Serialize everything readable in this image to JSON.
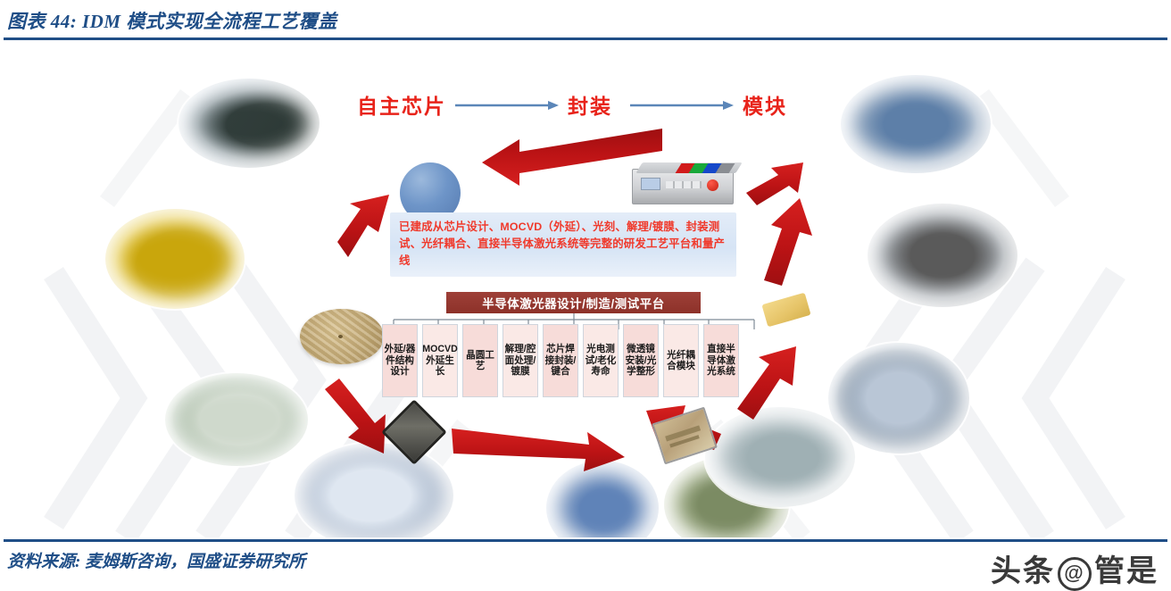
{
  "header": {
    "figure_label": "图表 44:",
    "title": "IDM 模式实现全流程工艺覆盖",
    "full_title": "图表 44: IDM 模式实现全流程工艺覆盖"
  },
  "footer": {
    "source": "资料来源: 麦姆斯咨询，国盛证券研究所",
    "watermark_left": "头条",
    "watermark_at": "@",
    "watermark_right": "管是"
  },
  "flow": {
    "stages": [
      {
        "label": "自主芯片"
      },
      {
        "label": "封装"
      },
      {
        "label": "模块"
      }
    ],
    "arrow_icon": "right-arrow-icon"
  },
  "callout": {
    "text": "已建成从芯片设计、MOCVD（外延）、光刻、解理/镀膜、封装测试、光纤耦合、直接半导体激光系统等完整的研发工艺平台和量产线"
  },
  "platform": {
    "title": "半导体激光器设计/制造/测试平台",
    "steps": [
      {
        "label": "外延/器件结构设计"
      },
      {
        "label": "MOCVD外延生长"
      },
      {
        "label": "晶圆工艺"
      },
      {
        "label": "解理/腔面处理/镀膜"
      },
      {
        "label": "芯片焊接封装/键合"
      },
      {
        "label": "光电测试/老化寿命"
      },
      {
        "label": "微透镜安装/光学整形"
      },
      {
        "label": "光纤耦合模块"
      },
      {
        "label": "直接半导体激光系统"
      }
    ]
  },
  "colors": {
    "title_blue": "#1f4e87",
    "flow_red": "#e8231a",
    "callout_red": "#f0392b",
    "callout_panel": "#d6e4f5",
    "platform_bar": "#8d3129",
    "process_box": "#f7dcd9",
    "cycle_arrow_red": "#c8171a"
  },
  "graphics": {
    "blue_sphere": "blue-wafer-sphere",
    "gold_wafer": "gold-wafer-disc",
    "dark_die": "semiconductor-die",
    "gold_submount": "gold-submount-chip",
    "yellow_tab": "yellow-substrate",
    "laser_device": "laser-system-module",
    "cycle_arrows": "red-cycle-arrows",
    "photos": [
      {
        "name": "photo-operator-equipment-top-left"
      },
      {
        "name": "photo-yellow-cleanroom-left"
      },
      {
        "name": "photo-green-cleanroom-left"
      },
      {
        "name": "photo-operator-bonder-bottom-left"
      },
      {
        "name": "photo-microscope-station-bottom"
      },
      {
        "name": "photo-cleanroom-workers-bottom"
      },
      {
        "name": "photo-operator-bench-top-right"
      },
      {
        "name": "photo-equipment-rack-right"
      },
      {
        "name": "photo-technician-tool-right"
      },
      {
        "name": "photo-assembly-line-bottom-right"
      }
    ]
  }
}
